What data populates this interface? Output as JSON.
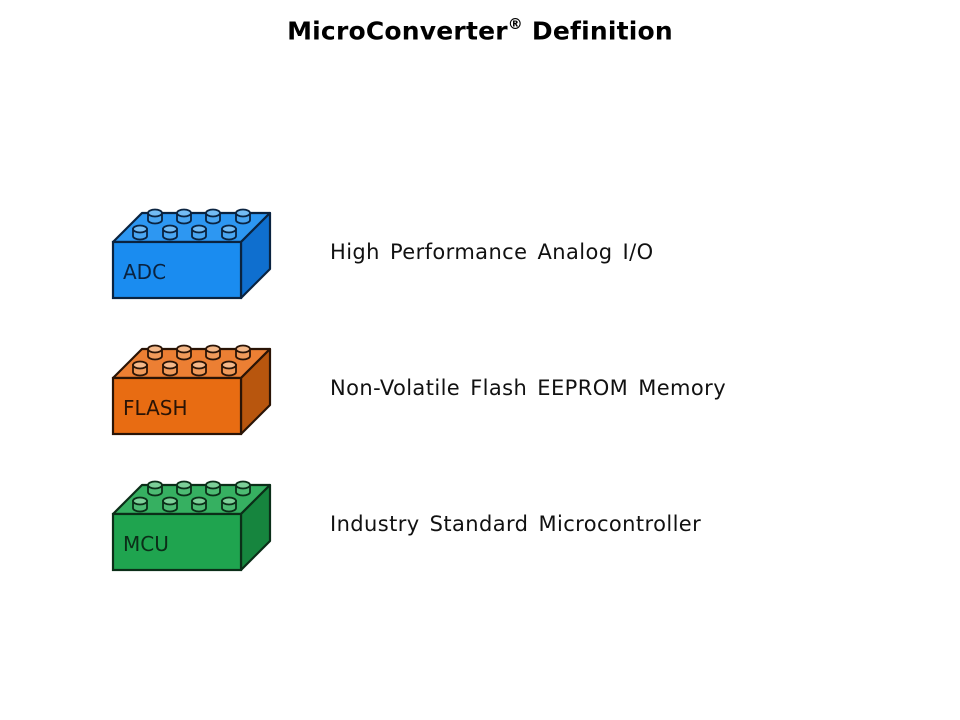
{
  "slide": {
    "title": "MicroConverter",
    "title_mark": "®",
    "title_suffix": " Definition"
  },
  "blocks": [
    {
      "label": "ADC",
      "description": "High Performance Analog I/O",
      "colors": {
        "front": "#1a8cf0",
        "top": "#2d97f2",
        "side": "#0f6fcf",
        "stud": "#4aa6f2",
        "stud_top": "#73bcf5",
        "outline": "#0a2340",
        "label": "#0a2340"
      }
    },
    {
      "label": "FLASH",
      "description": "Non-Volatile Flash EEPROM Memory",
      "colors": {
        "front": "#e86c12",
        "top": "#ec7f33",
        "side": "#b8560e",
        "stud": "#f09a5a",
        "stud_top": "#f4b889",
        "outline": "#2a1406",
        "label": "#2a1406"
      }
    },
    {
      "label": "MCU",
      "description": "Industry Standard Microcontroller",
      "colors": {
        "front": "#1fa44f",
        "top": "#36b061",
        "side": "#16853e",
        "stud": "#4dbb73",
        "stud_top": "#7ccf98",
        "outline": "#0b2e18",
        "label": "#0b2e18"
      }
    }
  ]
}
